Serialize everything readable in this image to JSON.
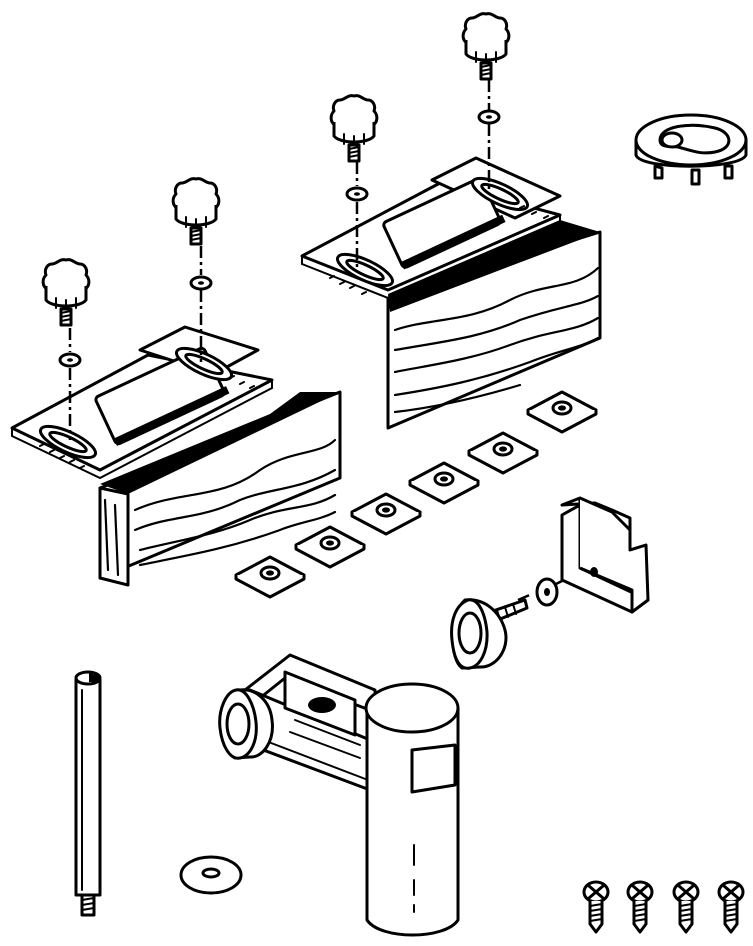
{
  "diagram": {
    "parts": [
      {
        "id": "knob-a",
        "icon": "knob-icon"
      },
      {
        "id": "knob-b",
        "icon": "knob-icon"
      },
      {
        "id": "knob-c",
        "icon": "knob-icon"
      },
      {
        "id": "knob-d",
        "icon": "knob-icon"
      },
      {
        "id": "knob-e",
        "icon": "knob-icon"
      },
      {
        "id": "fence-bracket-left",
        "icon": "wood-fence-bracket-icon"
      },
      {
        "id": "fence-bracket-right",
        "icon": "wood-fence-bracket-icon"
      },
      {
        "id": "clip-cap",
        "icon": "keyhole-cap-icon"
      },
      {
        "id": "t-nut-plates",
        "icon": "square-nut-plate-icon",
        "count": 6
      },
      {
        "id": "angle-bracket",
        "icon": "angle-bracket-icon"
      },
      {
        "id": "guide-rod",
        "icon": "rod-icon"
      },
      {
        "id": "flat-washer",
        "icon": "washer-icon"
      },
      {
        "id": "clamp-post",
        "icon": "clamp-post-icon"
      },
      {
        "id": "screws",
        "icon": "screw-icon",
        "count": 4
      }
    ],
    "colors": {
      "line": "#000000",
      "background": "#ffffff"
    }
  }
}
